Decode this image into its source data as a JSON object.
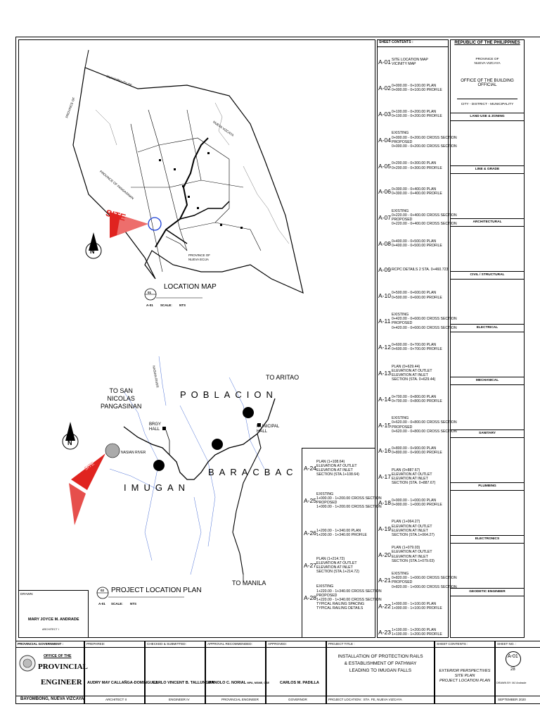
{
  "sheet_contents_header": "SHEET CONTENTS :",
  "sheets": [
    {
      "code": "A-01",
      "lines": [
        "SITE LOCATION MAP",
        "VICINITY MAP"
      ]
    },
    {
      "code": "A-02",
      "lines": [
        "0+000.00 - 0+100.00 PLAN",
        "0+000.00 - 0+100.00 PROFILE"
      ]
    },
    {
      "code": "A-03",
      "lines": [
        "0+100.00 - 0+200.00 PLAN",
        "0+100.00 - 0+200.00 PROFILE"
      ]
    },
    {
      "code": "A-04",
      "lines": [
        "EXISTING",
        "0+000.00 - 0+200.00 CROSS SECTION",
        "PROPOSED",
        "0+000.00 - 0+200.00 CROSS SECTION"
      ]
    },
    {
      "code": "A-05",
      "lines": [
        "0+200.00 - 0+300.00 PLAN",
        "0+200.00 - 0+300.00 PROFILE"
      ]
    },
    {
      "code": "A-06",
      "lines": [
        "0+300.00 - 0+400.00 PLAN",
        "0+300.00 - 0+400.00 PROFILE"
      ]
    },
    {
      "code": "A-07",
      "lines": [
        "EXISTING",
        "0+220.00 - 0+400.00 CROSS SECTION",
        "PROPOSED",
        "0+220.00 - 0+400.00 CROSS SECTION"
      ]
    },
    {
      "code": "A-08",
      "lines": [
        "0+400.00 - 0+500.00 PLAN",
        "0+400.00 - 0+500.00 PROFILE"
      ]
    },
    {
      "code": "A-09",
      "lines": [
        "RCPC DETAILS 2 STA. 0+460.723"
      ]
    },
    {
      "code": "A-10",
      "lines": [
        "0+500.00 - 0+600.00 PLAN",
        "0+500.00 - 0+600.00 PROFILE"
      ]
    },
    {
      "code": "A-11",
      "lines": [
        "EXISTING",
        "0+420.00 - 0+600.00 CROSS SECTION",
        "PROPOSED",
        "0+420.00 - 0+600.00 CROSS SECTION"
      ]
    },
    {
      "code": "A-12",
      "lines": [
        "0+600.00 - 0+700.00 PLAN",
        "0+600.00 - 0+700.00 PROFILE"
      ]
    },
    {
      "code": "A-13",
      "lines": [
        "PLAN (0+629.44)",
        "ELEVATION AT OUTLET",
        "ELEVATION AT INLET",
        "SECTION (STA. 0+629.44)"
      ]
    },
    {
      "code": "A-14",
      "lines": [
        "0+700.00 - 0+800.00 PLAN",
        "0+700.00 - 0+800.00 PROFILE"
      ]
    },
    {
      "code": "A-15",
      "lines": [
        "EXISTING",
        "0+620.00 - 0+800.00 CROSS SECTION",
        "PROPOSED",
        "0+620.00 - 0+800.00 CROSS SECTION"
      ]
    },
    {
      "code": "A-16",
      "lines": [
        "0+800.00 - 0+900.00 PLAN",
        "0+800.00 - 0+900.00 PROFILE"
      ]
    },
    {
      "code": "A-17",
      "lines": [
        "PLAN (0+887.67)",
        "ELEVATION AT OUTLET",
        "ELEVATION AT INLET",
        "SECTION (STA. 0+887.67)"
      ]
    },
    {
      "code": "A-18",
      "lines": [
        "0+900.00 - 1+000.00 PLAN",
        "0+900.00 - 1+000.00 PROFILE"
      ]
    },
    {
      "code": "A-19",
      "lines": [
        "PLAN (1+064.27)",
        "ELEVATION AT OUTLET",
        "ELEVATION AT INLET",
        "SECTION (STA.1+064.27)"
      ]
    },
    {
      "code": "A-20",
      "lines": [
        "PLAN (1+079.03)",
        "ELEVATION AT OUTLET",
        "ELEVATION AT INLET",
        "SECTION (STA.1+079.03)"
      ]
    },
    {
      "code": "A-21",
      "lines": [
        "EXISTING",
        "0+820.00 - 1+000.00 CROSS SECTION",
        "PROPOSED",
        "0+820.00 - 1+000.00 CROSS SECTION"
      ]
    },
    {
      "code": "A-22",
      "lines": [
        "1+000.00 - 1+100.00 PLAN",
        "1+000.00 - 1+100.00 PROFILE"
      ]
    },
    {
      "code": "A-23",
      "lines": [
        "1+100.00 - 1+200.00 PLAN",
        "1+100.00 - 1+200.00 PROFILE"
      ]
    }
  ],
  "sheets_extra": [
    {
      "code": "A-24",
      "lines": [
        "PLAN (1+108.64)",
        "ELEVATION AT OUTLET",
        "ELEVATION AT INLET",
        "SECTION (STA.1+108.64)"
      ]
    },
    {
      "code": "A-25",
      "lines": [
        "EXISTING",
        "1+000.00 - 1+200.00 CROSS SECTION",
        "PROPOSED",
        "1+000.00 - 1+200.00 CROSS SECTION"
      ]
    },
    {
      "code": "A-26",
      "lines": [
        "1+200.00 - 1+340.00 PLAN",
        "1+200.00 - 1+340.00 PROFILE"
      ]
    },
    {
      "code": "A-27",
      "lines": [
        "PLAN (1+214.72)",
        "ELEVATION AT OUTLET",
        "ELEVATION AT INLET",
        "SECTION (STA.1+214.72)"
      ]
    },
    {
      "code": "A-28",
      "lines": [
        "EXISTING",
        "1+220.00 - 1+340.00 CROSS SECTION",
        "PROPOSED",
        "1+220.00 - 1+340.00 CROSS SECTION",
        "TYPICAL RAILING SPACING",
        "TYPICAL RAILING DETAILS"
      ]
    }
  ],
  "approval": {
    "republic": "REPUBLIC OF THE PHILIPPINES",
    "province": "PROVINCE OF",
    "province_name": "NUEVA VIZCAYA",
    "office": "OFFICE OF THE BUILDING OFFICIAL",
    "city": "CITY - DISTRICT - MUNICIPALITY",
    "sections": [
      "LAND USE & ZONING",
      "LINE & GRADE",
      "ARCHITECTURAL",
      "CIVIL / STRUCTURAL",
      "ELECTRICAL",
      "MECHANICAL",
      "SANITARY",
      "PLUMBING",
      "ELECTRONICS",
      "GEODETIC ENGINEER"
    ]
  },
  "location_map": {
    "number": "01",
    "sheet": "A-01",
    "title": "LOCATION MAP",
    "scale_label": "SCALE:",
    "scale": "NTS",
    "site": "SITE",
    "province_label_1": "PROVINCE OF",
    "province_label_2": "NUEVA ECIJA",
    "municipality_label": "MUNICIPALITY OF",
    "municipality_name": "NUEVA VIZCAYA",
    "province_of_left": "PROVINCE OF",
    "province_pangasinan": "PROVINCE OF PANGASINAN"
  },
  "project_location": {
    "number": "02",
    "sheet": "A-01",
    "title": "PROJECT LOCATION PLAN",
    "scale_label": "SCALE:",
    "scale": "NTS",
    "to_san_nicolas": [
      "TO SAN",
      "NICOLAS",
      "PANGASINAN"
    ],
    "to_aritao": "TO ARITAO",
    "to_manila": "TO MANILA",
    "poblacion": "POBLACION",
    "barac": "BARACBAC",
    "imugan": "IMUGAN",
    "brgy_hall": [
      "BRGY",
      "HALL"
    ],
    "municipal_hall": [
      "MUNICIPAL",
      "HALL"
    ],
    "nasian_river": "NASIAN RIVER",
    "river_label": "NASIAN RIVER",
    "site": "SITE"
  },
  "drawn": {
    "label": "DRAWN:",
    "name": "MARY JOYCE M. ANDRADE",
    "role": "ARCHITECT I"
  },
  "title_block": {
    "provincial_government": "PROVINCIAL GOVERNMENT :",
    "office_of_the": "OFFICE OF THE",
    "provincial": "PROVINCIAL",
    "engineer": "ENGINEER",
    "location": "BAYOMBONG, NUEVA VIZCAYA",
    "prepared_label": "PREPARED:",
    "prepared_name": "AUDRY MAY CALLAÑGA-DOMINGUEZ",
    "prepared_role": "ARCHITECT II",
    "checked_label": "CHECKED & SUBMITTED:",
    "checked_name": "CARLO VINCENT B. TALLUNGAN",
    "checked_role": "ENGINEER IV",
    "recommended_label": "APPROVAL RECOMMENDED:",
    "recommended_name": "MANOLO C. NORIAL",
    "recommended_suffix": "MPA, MSME, CSE",
    "recommended_role": "PROVINCIAL ENGINEER",
    "approved_label": "APPROVED:",
    "approved_name": "CARLOS M. PADILLA",
    "approved_role": "GOVERNOR",
    "project_title_label": "PROJECT TITLE :",
    "project_title": [
      "INSTALLATION OF PROTECTION RAILS",
      "& ESTABLISHMENT OF PATHWAY",
      "LEADING TO IMUGAN FALLS"
    ],
    "project_location": "PROJECT LOCATION : STA. FE, NUEVA VIZCAYA",
    "sheet_contents_label": "SHEET CONTENTS :",
    "sheet_contents": [
      "EXTERIOR PERSPECTIVES",
      "SITE PLAN",
      "PROJECT LOCATION PLAN"
    ],
    "sheet_no_label": "SHEET NO. :",
    "sheet_no": "A-01",
    "sheet_total": "28",
    "drawn_by": "DRAWN BY: MJ Andrade",
    "date": "SEPTEMBER 2020"
  }
}
